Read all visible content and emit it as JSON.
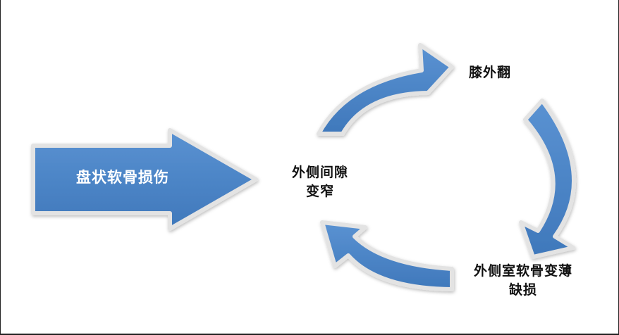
{
  "main_arrow": {
    "label": "盘状软骨损伤"
  },
  "cycle": {
    "center": {
      "line1": "外侧间隙",
      "line2": "变窄"
    },
    "top": {
      "label": "膝外翻"
    },
    "bottom": {
      "line1": "外侧室软骨变薄",
      "line2": "缺损"
    }
  },
  "colors": {
    "arrow_fill": "#4a84c6",
    "arrow_outline": "#e3e3e3",
    "text": "#111111"
  }
}
